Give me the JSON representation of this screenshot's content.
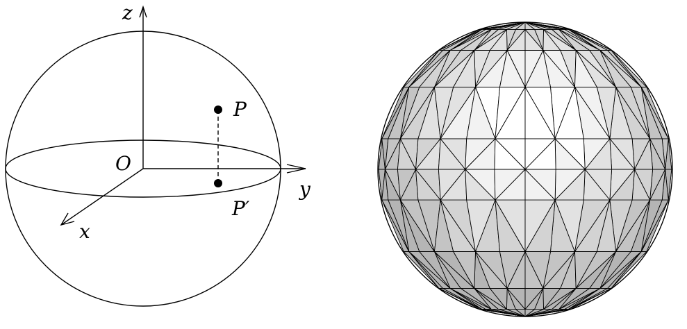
{
  "left_figure": {
    "labels": {
      "z_axis": "z",
      "y_axis": "y",
      "x_axis": "x",
      "origin": "O",
      "point": "P",
      "projection": "P′"
    }
  },
  "right_figure": {
    "shades": [
      "#ffffff",
      "#f2f2f2",
      "#e2e2e2",
      "#d3d3d3",
      "#c4c4c4",
      "#b5b5b5"
    ]
  },
  "colors": {
    "stroke": "#000000",
    "background": "#ffffff"
  }
}
